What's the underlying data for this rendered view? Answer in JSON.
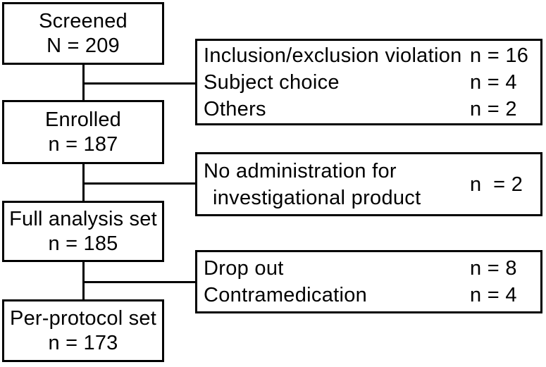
{
  "figure": {
    "type": "flow-diagram",
    "colors": {
      "background": "#ffffff",
      "line": "#000000",
      "text": "#000000"
    },
    "stages": [
      {
        "name": "Screened",
        "count": "N = 209"
      },
      {
        "name": "Enrolled",
        "count": "n = 187"
      },
      {
        "name": "Full analysis set",
        "count": "n = 185"
      },
      {
        "name": "Per-protocol set",
        "count": "n = 173"
      }
    ],
    "exclusions": [
      {
        "rows": [
          {
            "label": "Inclusion/exclusion violation",
            "value": "n = 16"
          },
          {
            "label": "Subject choice",
            "value": "n = 4"
          },
          {
            "label": "Others",
            "value": "n = 2"
          }
        ]
      },
      {
        "rows": [
          {
            "label_lines": [
              "No administration for",
              "investigational product"
            ],
            "value": "n  = 2"
          }
        ]
      },
      {
        "rows": [
          {
            "label": "Drop out",
            "value": "n = 8"
          },
          {
            "label": "Contramedication",
            "value": "n = 4"
          }
        ]
      }
    ]
  }
}
